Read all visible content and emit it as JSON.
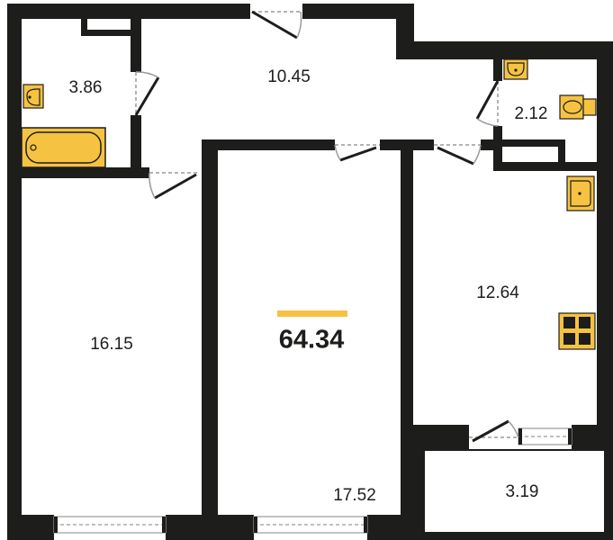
{
  "plan": {
    "total_area": "64.34",
    "rooms": [
      {
        "id": "bathroom",
        "area": "3.86"
      },
      {
        "id": "hallway",
        "area": "10.45"
      },
      {
        "id": "toilet",
        "area": "2.12"
      },
      {
        "id": "bedroom-left",
        "area": "16.15"
      },
      {
        "id": "living-room",
        "area": "17.52"
      },
      {
        "id": "kitchen",
        "area": "12.64"
      },
      {
        "id": "balcony",
        "area": "3.19"
      }
    ]
  },
  "colors": {
    "wall": "#1d1d1b",
    "fixture": "#f5c242",
    "accent": "#f5c242",
    "glass": "#9a9a9a"
  },
  "icons": [
    "bathtub-icon",
    "sink-icon",
    "toilet-icon",
    "stove-icon",
    "door-swing-icon",
    "window-icon"
  ]
}
